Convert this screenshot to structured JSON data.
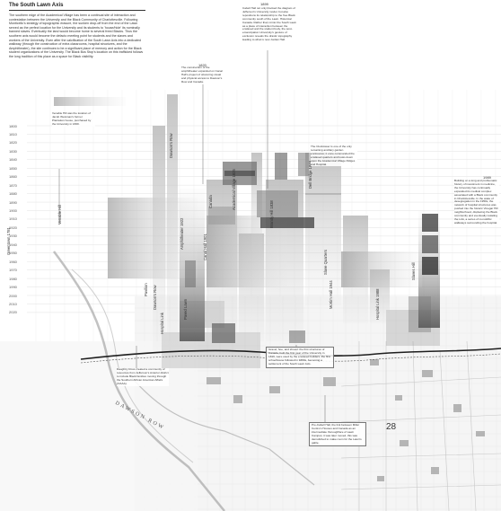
{
  "title": "The South Lawn Axis",
  "intro": "The southern edge of the Academical Village has been a continual site of interaction and contestation between the University and the Black Community of Charlottesville. Following Monticello's strategy of topographic erasure, the sunken drop-off from the end of the Lawn served as the perfect location for the University and its students to 'house/hide' its nominally banned slaves. Eventually the land would become home to several freed Blacks. Thus the southern axis would become the defacto meeting point for students and the slaves and workers of the University. Even after the calcification of the South Lawn Axis into a dedicated walkway (through the construction of extra classrooms, hospital structures, and the Amphitheater), the site continues to be a significant place of memory and action for the Black student organizations of the University. The Black Bus Stop's location on this trafficked follows the long tradition of this place as a space for Black visibility.",
  "years": [
    "1800",
    "1810",
    "1820",
    "1830",
    "1840",
    "1850",
    "1860",
    "1870",
    "1880",
    "1890",
    "1900",
    "1910",
    "1920",
    "1930",
    "1940",
    "1950",
    "1960",
    "1970",
    "1980",
    "1990",
    "2000",
    "2010",
    "2020"
  ],
  "vertical_labels": [
    "Venable Hill",
    "Dawson's Row",
    "Amphitheater 1922",
    "Canal Hall 1901",
    "Canada",
    "Academical Village 1825",
    "Brandy Hill 1838",
    "Dell Bridge 1849",
    "Slave Quarters",
    "McKim Hall 1944",
    "Hospital Link 1988",
    "Slaves Hill",
    "Greentown 1781",
    "Dawson's Row",
    "Hospital Link",
    "Pavilion",
    "Paved Lawn"
  ],
  "dates": [
    "1820",
    "1899",
    "1989"
  ],
  "notes": [
    "Venable Hill was the location of Jacob Weisman's former Plantation house, purchased by the University in 1830.",
    "The construction of the amphitheater expanded on Canal Hall's project of obscuring visual and physical access to Dawson's Row and Canada.",
    "Cabell Hall not only blocked the diagram of Jefferson's University model, but also repositions its relationship to the free Black community south of the Lawn. Historical Canada. Rather than mimic the South Lawn as a place of interaction between the enslaved and the student body, the post-emancipation University's gesture of exclusion reveals the drastic topography leading to what is now Jordan Hall.",
    "The Clocktower is one of the only remaining ancillary garden enclosures; it once commanded the enslaved quarters and looks down upon the Academical Village Ridges and Hospital.",
    "Building on a long and problematic history of investment in medicine, the University has continually expanded its medical complex associated with a Black community in Charlottesville. In the wake of desegregation in the 1950s, the network of hospital structures was pushed into the historic Vinegar Hill neighborhood, displacing the Black community and eventually isolating the Link, a series of monolithic walkways surrounding the hospital.",
    "Gravel, hoe, and shovel: the first structures of Canada, built the first year of the University in 1819, were used by the enslaved builders; the first schoolhouse followed in 1880s, becoming a settlement of the South Lawn Axis.",
    "Daughtry Ross created a community of resources from Jefferson's Anterior district to include Black families moving through the Southern African American Affairs (OAAA).",
    "Pre-Cabell Hall, the link between Miller Centre's Houses and Canada as an intermediate thoroughfare of Lawn Campus; it was later moved, this was demolished to make room for the Lawn's gable."
  ],
  "map_labels": {
    "street": "DAWSON ROW",
    "lot": "28"
  }
}
